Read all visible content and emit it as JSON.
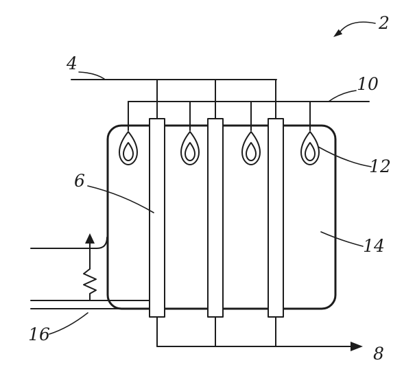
{
  "figure": {
    "background_color": "#ffffff",
    "line_color": "#1c1c1c",
    "labels": {
      "ref2": "2",
      "ref4": "4",
      "ref6": "6",
      "ref8": "8",
      "ref10": "10",
      "ref12": "12",
      "ref14": "14",
      "ref16": "16"
    }
  }
}
